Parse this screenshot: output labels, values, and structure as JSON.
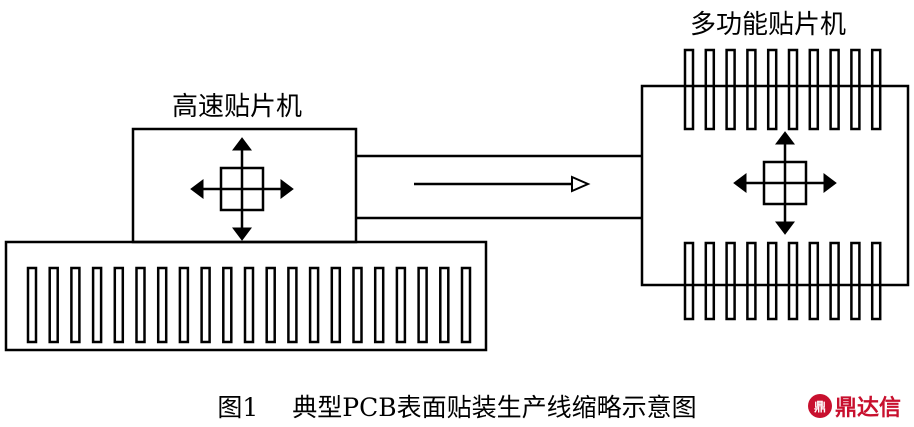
{
  "labels": {
    "high_speed": "高速贴片机",
    "multi_function": "多功能贴片机"
  },
  "caption": {
    "number": "图1",
    "text": "典型PCB表面贴装生产线缩略示意图"
  },
  "watermark": {
    "brand": "鼎达信"
  },
  "colors": {
    "line": "#000000",
    "background": "#ffffff",
    "watermark": "#c8102e"
  },
  "icons": [
    "four-way-arrow-icon",
    "flow-arrow-icon",
    "feeder-slot-icon"
  ]
}
